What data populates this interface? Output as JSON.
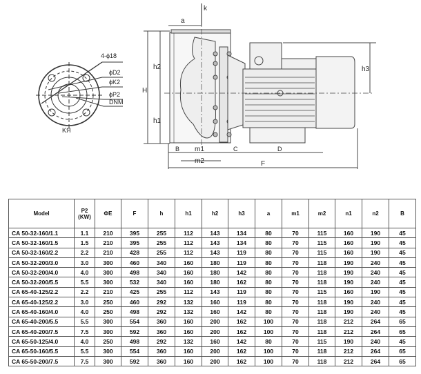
{
  "drawing": {
    "flange_view": {
      "holes": "4-ϕ18",
      "d2": "ϕD2",
      "k2": "ϕK2",
      "p2": "ϕP2",
      "dnm": "DNM",
      "view_label": "KЯ"
    },
    "dims": {
      "a": "a",
      "k": "k",
      "H": "H",
      "h2": "h2",
      "h1": "h1",
      "h3": "h3",
      "B": "B",
      "m1": "m1",
      "m2": "m2",
      "C": "C",
      "D": "D",
      "F": "F"
    }
  },
  "table": {
    "columns": [
      "Model",
      "P2\n(KW)",
      "ΦE",
      "F",
      "h",
      "h1",
      "h2",
      "h3",
      "a",
      "m1",
      "m2",
      "n1",
      "n2",
      "B"
    ],
    "rows": [
      [
        "CA 50-32-160/1.1",
        "1.1",
        "210",
        "395",
        "255",
        "112",
        "143",
        "134",
        "80",
        "70",
        "115",
        "160",
        "190",
        "45"
      ],
      [
        "CA 50-32-160/1.5",
        "1.5",
        "210",
        "395",
        "255",
        "112",
        "143",
        "134",
        "80",
        "70",
        "115",
        "160",
        "190",
        "45"
      ],
      [
        "CA 50-32-160/2.2",
        "2.2",
        "210",
        "428",
        "255",
        "112",
        "143",
        "119",
        "80",
        "70",
        "115",
        "160",
        "190",
        "45"
      ],
      [
        "CA 50-32-200/3.0",
        "3.0",
        "300",
        "460",
        "340",
        "160",
        "180",
        "119",
        "80",
        "70",
        "118",
        "190",
        "240",
        "45"
      ],
      [
        "CA 50-32-200/4.0",
        "4.0",
        "300",
        "498",
        "340",
        "160",
        "180",
        "142",
        "80",
        "70",
        "118",
        "190",
        "240",
        "45"
      ],
      [
        "CA 50-32-200/5.5",
        "5.5",
        "300",
        "532",
        "340",
        "160",
        "180",
        "162",
        "80",
        "70",
        "118",
        "190",
        "240",
        "45"
      ],
      [
        "CA 65-40-125/2.2",
        "2.2",
        "210",
        "425",
        "255",
        "112",
        "143",
        "119",
        "80",
        "70",
        "115",
        "160",
        "190",
        "45"
      ],
      [
        "CA 65-40-125/2.2",
        "3.0",
        "250",
        "460",
        "292",
        "132",
        "160",
        "119",
        "80",
        "70",
        "118",
        "190",
        "240",
        "45"
      ],
      [
        "CA 65-40-160/4.0",
        "4.0",
        "250",
        "498",
        "292",
        "132",
        "160",
        "142",
        "80",
        "70",
        "118",
        "190",
        "240",
        "45"
      ],
      [
        "CA 65-40-200/5.5",
        "5.5",
        "300",
        "554",
        "360",
        "160",
        "200",
        "162",
        "100",
        "70",
        "118",
        "212",
        "264",
        "65"
      ],
      [
        "CA 65-40-200/7.5",
        "7.5",
        "300",
        "592",
        "360",
        "160",
        "200",
        "162",
        "100",
        "70",
        "118",
        "212",
        "264",
        "65"
      ],
      [
        "CA 65-50-125/4.0",
        "4.0",
        "250",
        "498",
        "292",
        "132",
        "160",
        "142",
        "80",
        "70",
        "115",
        "190",
        "240",
        "45"
      ],
      [
        "CA 65-50-160/5.5",
        "5.5",
        "300",
        "554",
        "360",
        "160",
        "200",
        "162",
        "100",
        "70",
        "118",
        "212",
        "264",
        "65"
      ],
      [
        "CA 65-50-200/7.5",
        "7.5",
        "300",
        "592",
        "360",
        "160",
        "200",
        "162",
        "100",
        "70",
        "118",
        "212",
        "264",
        "65"
      ]
    ]
  }
}
